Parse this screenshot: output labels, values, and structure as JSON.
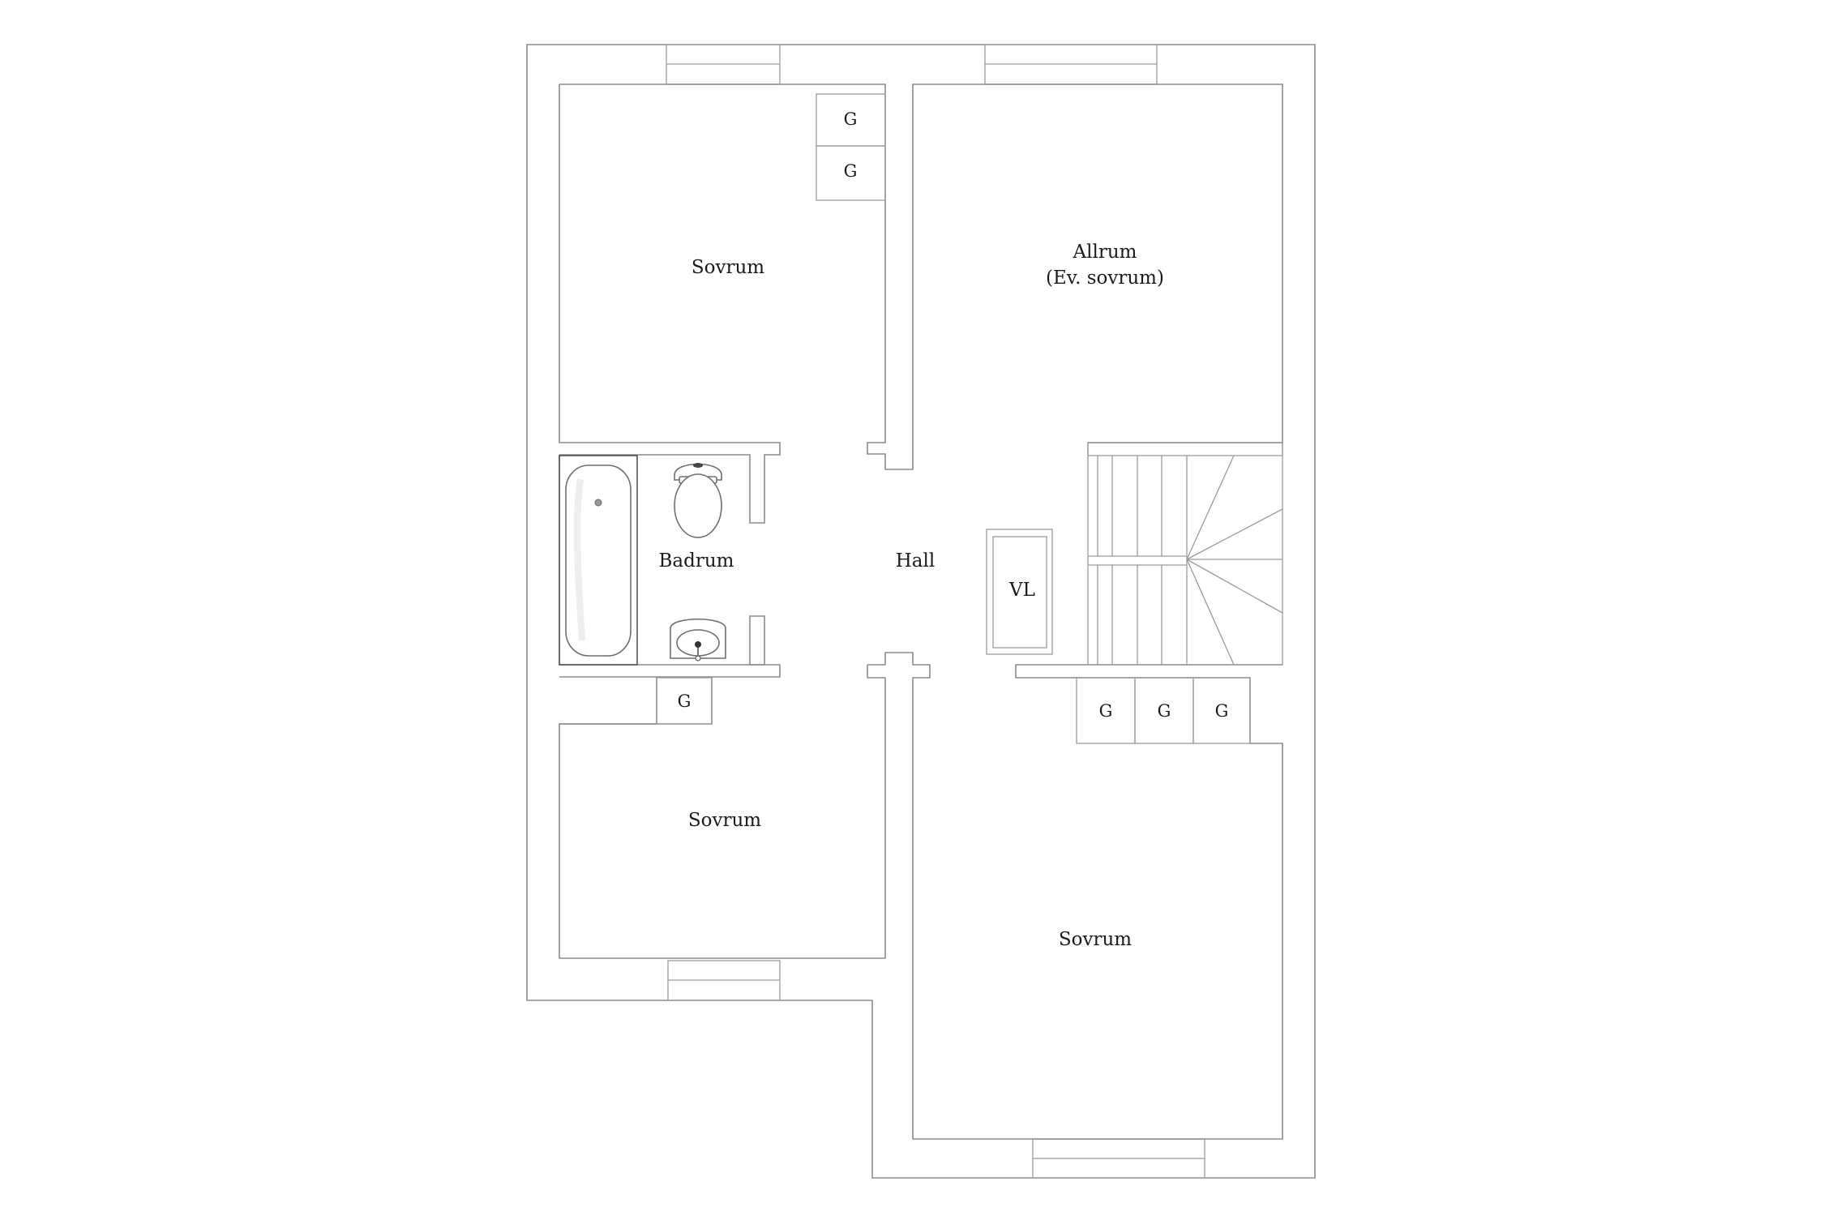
{
  "rooms": {
    "sovrum_top_left": "Sovrum",
    "allrum": "Allrum",
    "allrum_note": "(Ev. sovrum)",
    "badrum": "Badrum",
    "hall": "Hall",
    "vl": "VL",
    "sovrum_bottom_left": "Sovrum",
    "sovrum_bottom_right": "Sovrum"
  },
  "closets": {
    "top_1": "G",
    "top_2": "G",
    "bath_below": "G",
    "right_1": "G",
    "right_2": "G",
    "right_3": "G"
  },
  "colors": {
    "wall": "#8c8c8c",
    "text": "#1a1a1a",
    "background": "#ffffff"
  }
}
